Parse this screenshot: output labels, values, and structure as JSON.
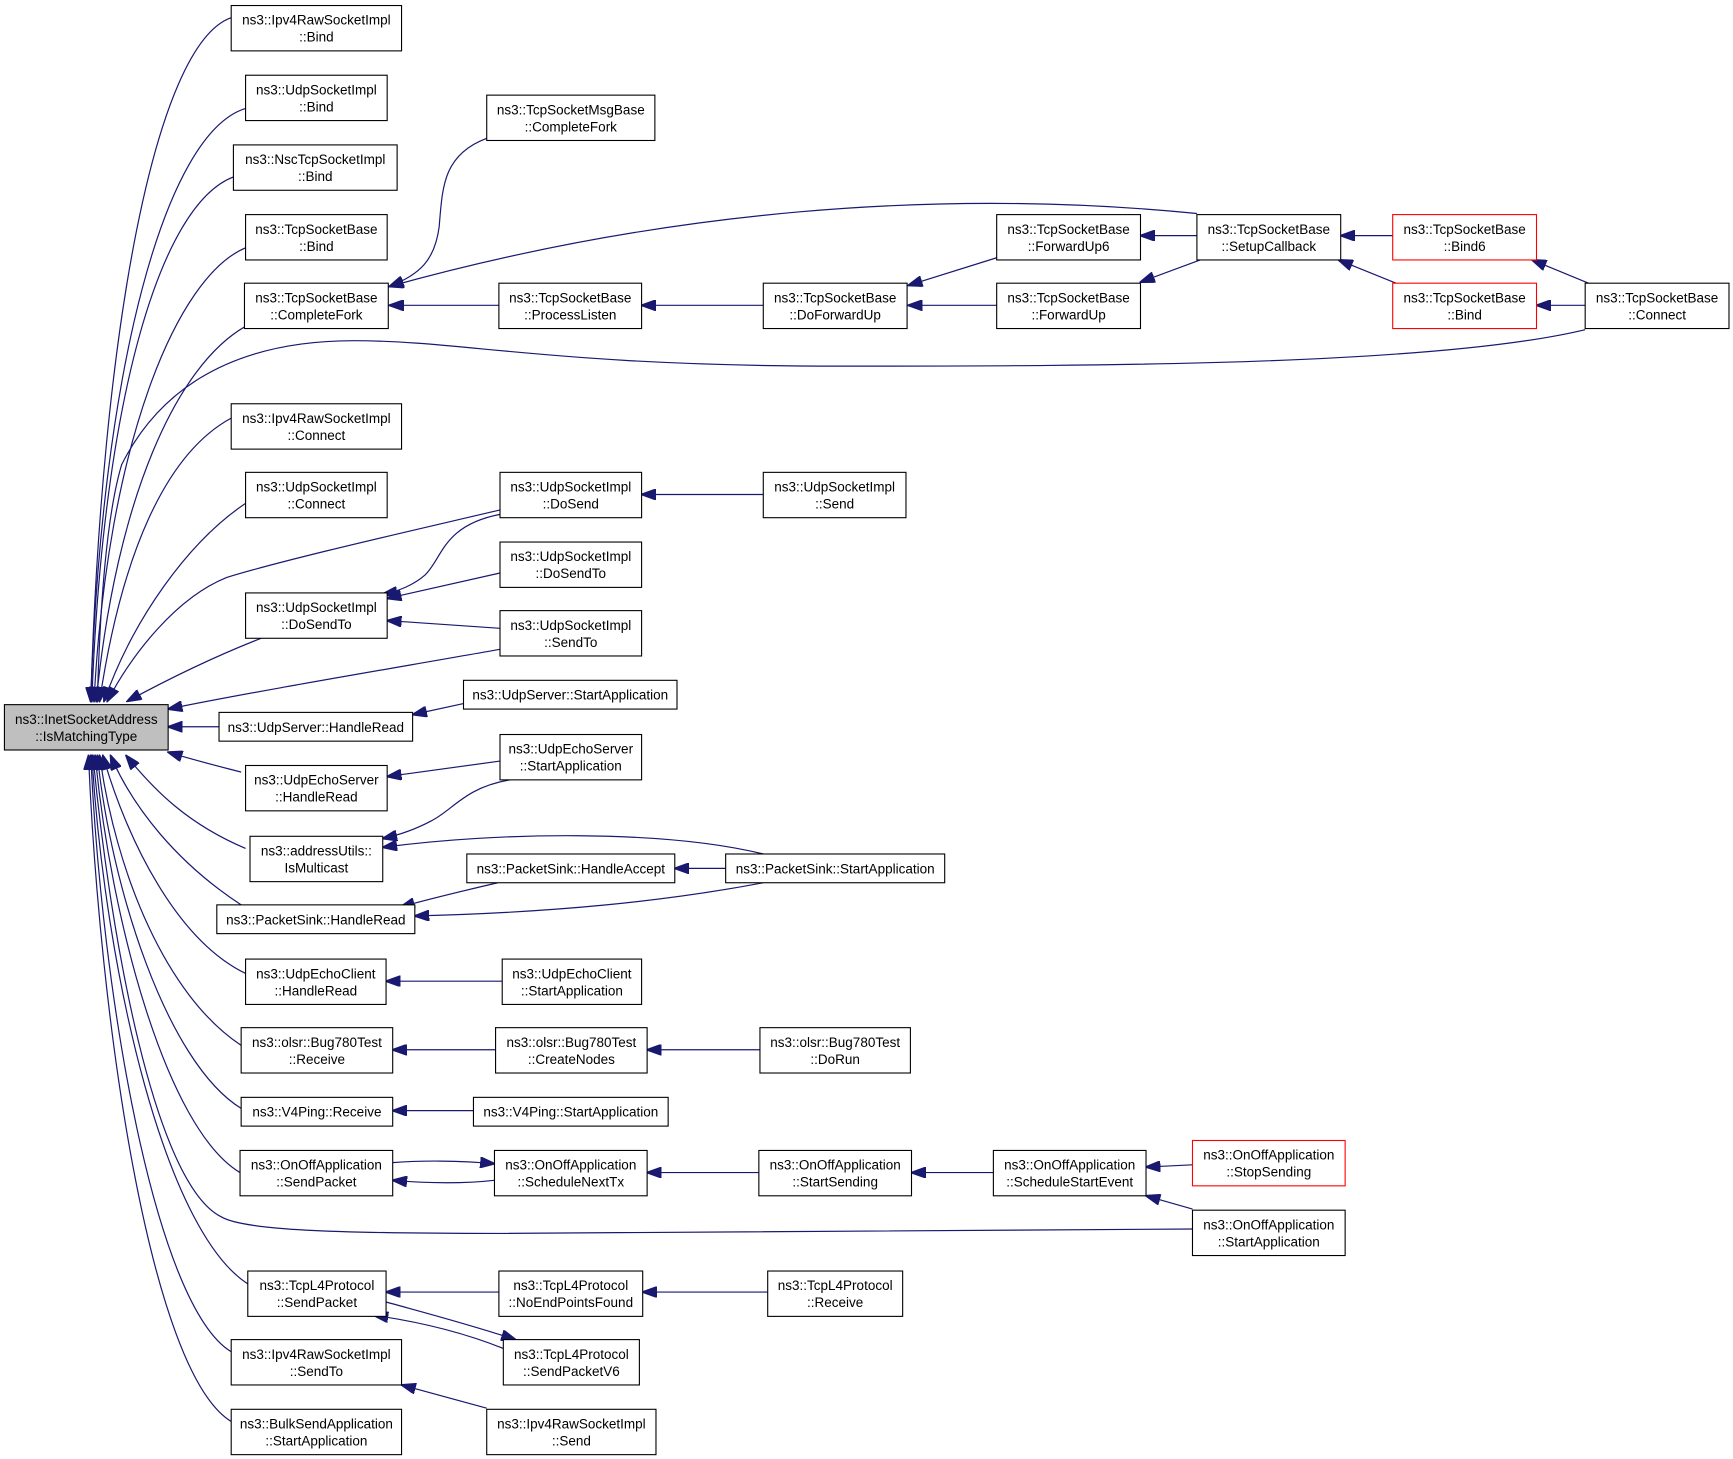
{
  "diagram": {
    "root": {
      "id": "root",
      "lines": [
        "ns3::InetSocketAddress",
        "::IsMatchingType"
      ]
    },
    "nodes": [
      {
        "id": "ipv4raw_bind",
        "lines": [
          "ns3::Ipv4RawSocketImpl",
          "::Bind"
        ]
      },
      {
        "id": "udp_bind",
        "lines": [
          "ns3::UdpSocketImpl",
          "::Bind"
        ]
      },
      {
        "id": "nsc_bind",
        "lines": [
          "ns3::NscTcpSocketImpl",
          "::Bind"
        ]
      },
      {
        "id": "tcp_bind",
        "lines": [
          "ns3::TcpSocketBase",
          "::Bind"
        ]
      },
      {
        "id": "tcp_completefork",
        "lines": [
          "ns3::TcpSocketBase",
          "::CompleteFork"
        ]
      },
      {
        "id": "msgbase_completefork",
        "lines": [
          "ns3::TcpSocketMsgBase",
          "::CompleteFork"
        ]
      },
      {
        "id": "tcp_processlisten",
        "lines": [
          "ns3::TcpSocketBase",
          "::ProcessListen"
        ]
      },
      {
        "id": "tcp_doforwardup",
        "lines": [
          "ns3::TcpSocketBase",
          "::DoForwardUp"
        ]
      },
      {
        "id": "tcp_forwardup6",
        "lines": [
          "ns3::TcpSocketBase",
          "::ForwardUp6"
        ]
      },
      {
        "id": "tcp_forwardup",
        "lines": [
          "ns3::TcpSocketBase",
          "::ForwardUp"
        ]
      },
      {
        "id": "tcp_setupcallback",
        "lines": [
          "ns3::TcpSocketBase",
          "::SetupCallback"
        ]
      },
      {
        "id": "tcp_bind6_red",
        "lines": [
          "ns3::TcpSocketBase",
          "::Bind6"
        ],
        "red": true
      },
      {
        "id": "tcp_bind_red",
        "lines": [
          "ns3::TcpSocketBase",
          "::Bind"
        ],
        "red": true
      },
      {
        "id": "tcp_connect",
        "lines": [
          "ns3::TcpSocketBase",
          "::Connect"
        ]
      },
      {
        "id": "ipv4raw_connect",
        "lines": [
          "ns3::Ipv4RawSocketImpl",
          "::Connect"
        ]
      },
      {
        "id": "udp_connect",
        "lines": [
          "ns3::UdpSocketImpl",
          "::Connect"
        ]
      },
      {
        "id": "udp_dosend",
        "lines": [
          "ns3::UdpSocketImpl",
          "::DoSend"
        ]
      },
      {
        "id": "udp_send",
        "lines": [
          "ns3::UdpSocketImpl",
          "::Send"
        ]
      },
      {
        "id": "udp_dosendto_r",
        "lines": [
          "ns3::UdpSocketImpl",
          "::DoSendTo"
        ]
      },
      {
        "id": "udp_dosendto",
        "lines": [
          "ns3::UdpSocketImpl",
          "::DoSendTo"
        ]
      },
      {
        "id": "udp_sendto",
        "lines": [
          "ns3::UdpSocketImpl",
          "::SendTo"
        ]
      },
      {
        "id": "udpserver_startapp",
        "lines": [
          "ns3::UdpServer::StartApplication"
        ]
      },
      {
        "id": "udpserver_handleread",
        "lines": [
          "ns3::UdpServer::HandleRead"
        ]
      },
      {
        "id": "udpechoserver_handleread",
        "lines": [
          "ns3::UdpEchoServer",
          "::HandleRead"
        ]
      },
      {
        "id": "udpechoserver_startapp",
        "lines": [
          "ns3::UdpEchoServer",
          "::StartApplication"
        ]
      },
      {
        "id": "addressutils_ismulticast",
        "lines": [
          "ns3::addressUtils::",
          "IsMulticast"
        ]
      },
      {
        "id": "packetsink_handleaccept",
        "lines": [
          "ns3::PacketSink::HandleAccept"
        ]
      },
      {
        "id": "packetsink_startapp",
        "lines": [
          "ns3::PacketSink::StartApplication"
        ]
      },
      {
        "id": "packetsink_handleread",
        "lines": [
          "ns3::PacketSink::HandleRead"
        ]
      },
      {
        "id": "udpechoclient_handleread",
        "lines": [
          "ns3::UdpEchoClient",
          "::HandleRead"
        ]
      },
      {
        "id": "udpechoclient_startapp",
        "lines": [
          "ns3::UdpEchoClient",
          "::StartApplication"
        ]
      },
      {
        "id": "olsr_receive",
        "lines": [
          "ns3::olsr::Bug780Test",
          "::Receive"
        ]
      },
      {
        "id": "olsr_createnodes",
        "lines": [
          "ns3::olsr::Bug780Test",
          "::CreateNodes"
        ]
      },
      {
        "id": "olsr_dorun",
        "lines": [
          "ns3::olsr::Bug780Test",
          "::DoRun"
        ]
      },
      {
        "id": "v4ping_receive",
        "lines": [
          "ns3::V4Ping::Receive"
        ]
      },
      {
        "id": "v4ping_startapp",
        "lines": [
          "ns3::V4Ping::StartApplication"
        ]
      },
      {
        "id": "onoff_sendpacket",
        "lines": [
          "ns3::OnOffApplication",
          "::SendPacket"
        ]
      },
      {
        "id": "onoff_schedulenexttx",
        "lines": [
          "ns3::OnOffApplication",
          "::ScheduleNextTx"
        ]
      },
      {
        "id": "onoff_startsending",
        "lines": [
          "ns3::OnOffApplication",
          "::StartSending"
        ]
      },
      {
        "id": "onoff_schedulestartevent",
        "lines": [
          "ns3::OnOffApplication",
          "::ScheduleStartEvent"
        ]
      },
      {
        "id": "onoff_stopsending_red",
        "lines": [
          "ns3::OnOffApplication",
          "::StopSending"
        ],
        "red": true
      },
      {
        "id": "onoff_startapp",
        "lines": [
          "ns3::OnOffApplication",
          "::StartApplication"
        ]
      },
      {
        "id": "tcpl4_sendpacket",
        "lines": [
          "ns3::TcpL4Protocol",
          "::SendPacket"
        ]
      },
      {
        "id": "tcpl4_noendpoints",
        "lines": [
          "ns3::TcpL4Protocol",
          "::NoEndPointsFound"
        ]
      },
      {
        "id": "tcpl4_receive",
        "lines": [
          "ns3::TcpL4Protocol",
          "::Receive"
        ]
      },
      {
        "id": "tcpl4_sendpacketv6",
        "lines": [
          "ns3::TcpL4Protocol",
          "::SendPacketV6"
        ]
      },
      {
        "id": "ipv4raw_sendto",
        "lines": [
          "ns3::Ipv4RawSocketImpl",
          "::SendTo"
        ]
      },
      {
        "id": "ipv4raw_send",
        "lines": [
          "ns3::Ipv4RawSocketImpl",
          "::Send"
        ]
      },
      {
        "id": "bulksend_startapp",
        "lines": [
          "ns3::BulkSendApplication",
          "::StartApplication"
        ]
      }
    ],
    "edges": [
      [
        "ipv4raw_bind",
        "root"
      ],
      [
        "udp_bind",
        "root"
      ],
      [
        "nsc_bind",
        "root"
      ],
      [
        "tcp_bind",
        "root"
      ],
      [
        "tcp_completefork",
        "root"
      ],
      [
        "tcp_connect",
        "root"
      ],
      [
        "ipv4raw_connect",
        "root"
      ],
      [
        "udp_connect",
        "root"
      ],
      [
        "udp_dosend",
        "root"
      ],
      [
        "udp_dosendto",
        "root"
      ],
      [
        "udp_sendto",
        "root"
      ],
      [
        "udpserver_handleread",
        "root"
      ],
      [
        "udpechoserver_handleread",
        "root"
      ],
      [
        "addressutils_ismulticast",
        "root"
      ],
      [
        "packetsink_handleread",
        "root"
      ],
      [
        "udpechoclient_handleread",
        "root"
      ],
      [
        "olsr_receive",
        "root"
      ],
      [
        "v4ping_receive",
        "root"
      ],
      [
        "onoff_sendpacket",
        "root"
      ],
      [
        "onoff_startapp",
        "root"
      ],
      [
        "tcpl4_sendpacket",
        "root"
      ],
      [
        "ipv4raw_sendto",
        "root"
      ],
      [
        "bulksend_startapp",
        "root"
      ],
      [
        "msgbase_completefork",
        "tcp_completefork"
      ],
      [
        "tcp_setupcallback",
        "tcp_completefork"
      ],
      [
        "tcp_processlisten",
        "tcp_completefork"
      ],
      [
        "tcp_doforwardup",
        "tcp_processlisten"
      ],
      [
        "tcp_forwardup6",
        "tcp_doforwardup"
      ],
      [
        "tcp_forwardup",
        "tcp_doforwardup"
      ],
      [
        "tcp_setupcallback",
        "tcp_forwardup6"
      ],
      [
        "tcp_setupcallback",
        "tcp_forwardup"
      ],
      [
        "tcp_bind6_red",
        "tcp_setupcallback"
      ],
      [
        "tcp_bind_red",
        "tcp_setupcallback"
      ],
      [
        "tcp_connect",
        "tcp_bind6_red"
      ],
      [
        "tcp_connect",
        "tcp_bind_red"
      ],
      [
        "udp_send",
        "udp_dosend"
      ],
      [
        "udp_dosend",
        "udp_dosendto"
      ],
      [
        "udp_dosendto_r",
        "udp_dosendto"
      ],
      [
        "udp_sendto",
        "udp_dosendto"
      ],
      [
        "udpserver_startapp",
        "udpserver_handleread"
      ],
      [
        "udpechoserver_startapp",
        "udpechoserver_handleread"
      ],
      [
        "udpechoserver_startapp",
        "addressutils_ismulticast"
      ],
      [
        "packetsink_startapp",
        "addressutils_ismulticast"
      ],
      [
        "packetsink_startapp",
        "packetsink_handleaccept"
      ],
      [
        "packetsink_handleaccept",
        "packetsink_handleread"
      ],
      [
        "packetsink_startapp",
        "packetsink_handleread"
      ],
      [
        "udpechoclient_startapp",
        "udpechoclient_handleread"
      ],
      [
        "olsr_createnodes",
        "olsr_receive"
      ],
      [
        "olsr_dorun",
        "olsr_createnodes"
      ],
      [
        "v4ping_startapp",
        "v4ping_receive"
      ],
      [
        "onoff_schedulenexttx",
        "onoff_sendpacket"
      ],
      [
        "onoff_sendpacket",
        "onoff_schedulenexttx"
      ],
      [
        "onoff_startsending",
        "onoff_schedulenexttx"
      ],
      [
        "onoff_schedulestartevent",
        "onoff_startsending"
      ],
      [
        "onoff_stopsending_red",
        "onoff_schedulestartevent"
      ],
      [
        "onoff_startapp",
        "onoff_schedulestartevent"
      ],
      [
        "tcpl4_noendpoints",
        "tcpl4_sendpacket"
      ],
      [
        "tcpl4_sendpacketv6",
        "tcpl4_sendpacket"
      ],
      [
        "tcpl4_sendpacket",
        "tcpl4_sendpacketv6"
      ],
      [
        "tcpl4_receive",
        "tcpl4_noendpoints"
      ],
      [
        "ipv4raw_send",
        "ipv4raw_sendto"
      ]
    ]
  }
}
